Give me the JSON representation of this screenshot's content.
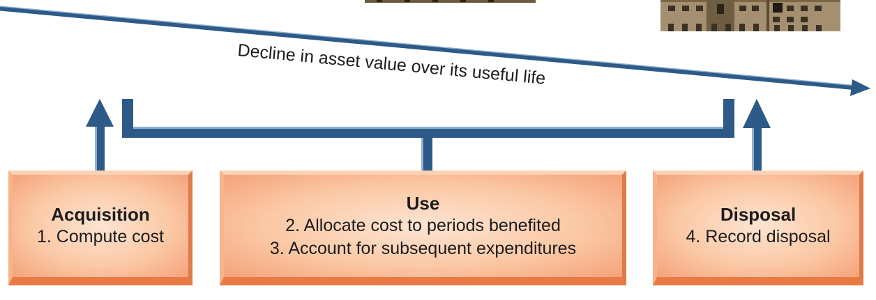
{
  "decline_label": "Decline in asset value over its useful life",
  "stages": {
    "acquisition": {
      "title": "Acquisition",
      "lines": [
        "1. Compute cost"
      ]
    },
    "use": {
      "title": "Use",
      "lines": [
        "2. Allocate cost to periods benefited",
        "3. Account for subsequent expenditures"
      ]
    },
    "disposal": {
      "title": "Disposal",
      "lines": [
        "4. Record disposal"
      ]
    }
  },
  "colors": {
    "arrow": "#2d5a86",
    "arrow_highlight": "#8fb0d0",
    "box_fill": "#fbc9a6",
    "box_shadow": "#ea7a43"
  }
}
